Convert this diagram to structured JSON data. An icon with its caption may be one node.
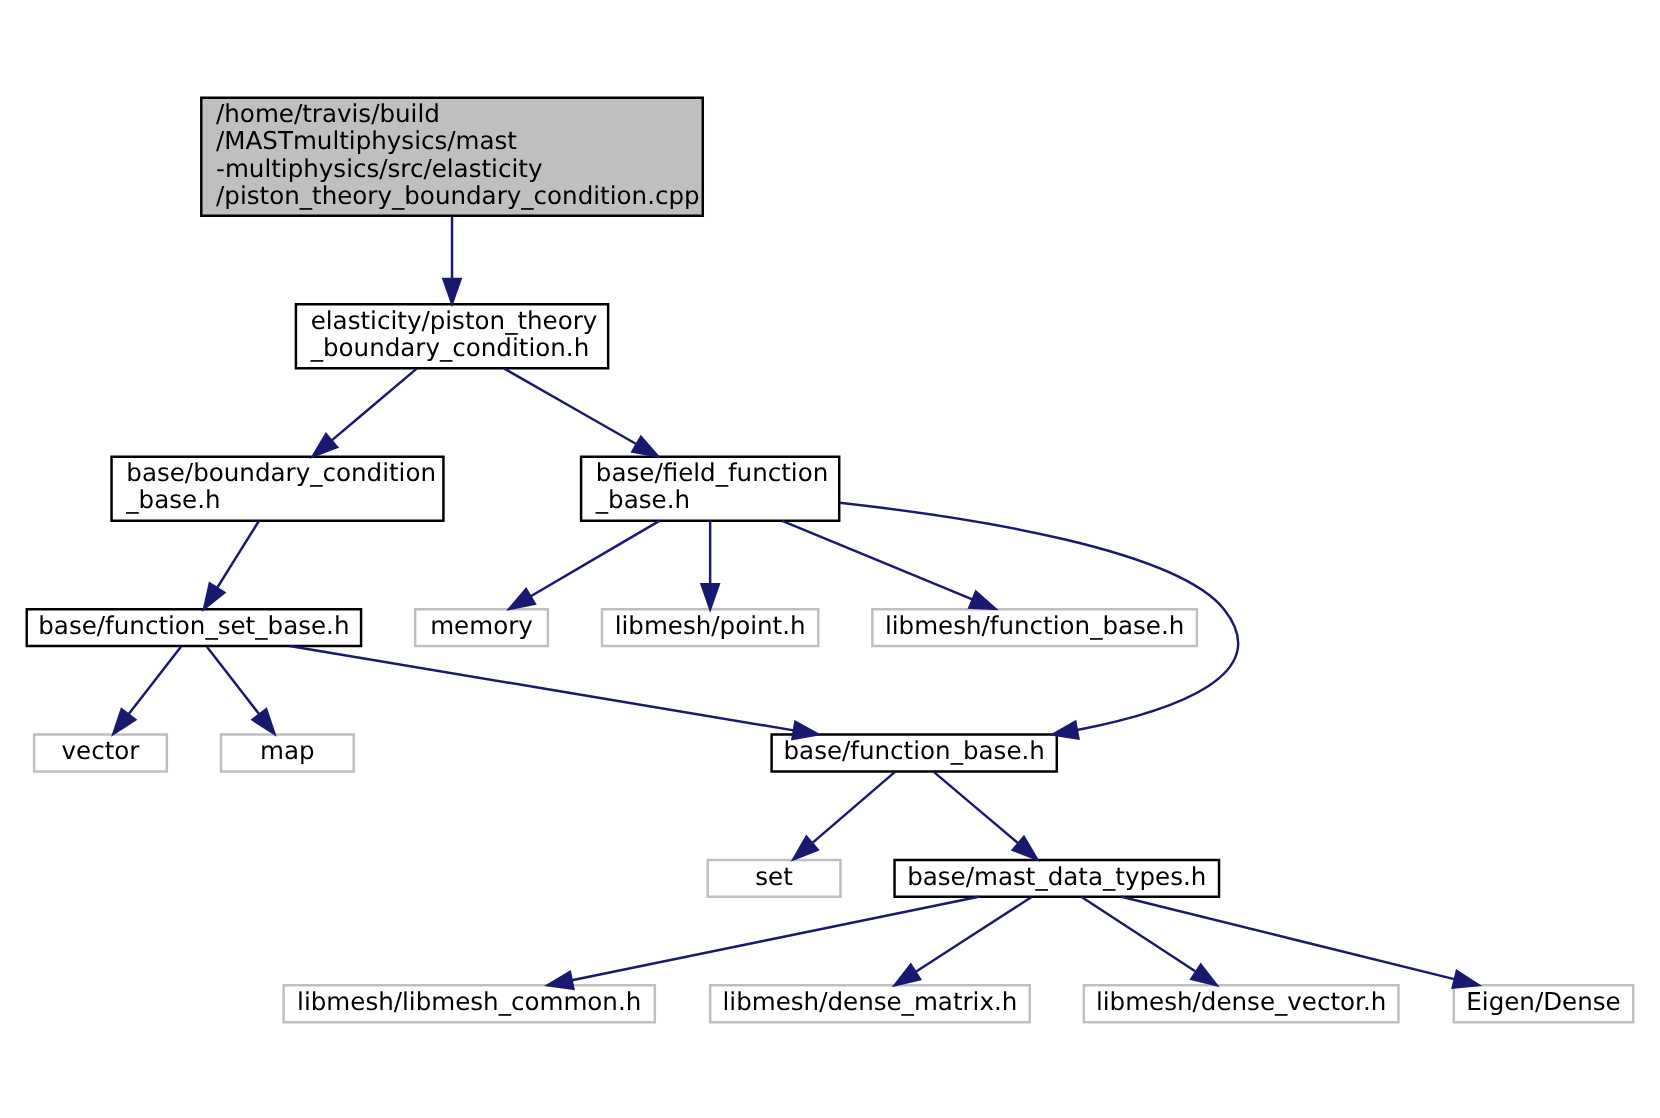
{
  "diagram": {
    "nodes": [
      {
        "text": [
          "/home/travis/build /MASTmultiphysics/mast -multiphysics/src/elasticity /piston_theory_boundary_condition.cpp"
        ]
      },
      {
        "text": [
          "elasticity/piston_theory _boundary_condition.h"
        ]
      },
      {
        "text": [
          "base/boundary_condition _base.h"
        ]
      },
      {
        "text": [
          "base/field_function _base.h"
        ]
      },
      {
        "text": [
          "base/function_set_base.h"
        ]
      },
      {
        "text": [
          "memory"
        ]
      },
      {
        "text": [
          "libmesh/point.h"
        ]
      },
      {
        "text": [
          "libmesh/function_base.h"
        ]
      },
      {
        "text": [
          "vector"
        ]
      },
      {
        "text": [
          "map"
        ]
      },
      {
        "text": [
          "base/function_base.h"
        ]
      },
      {
        "text": [
          "set"
        ]
      },
      {
        "text": [
          "base/mast_data_types.h"
        ]
      },
      {
        "text": [
          "libmesh/libmesh_common.h"
        ]
      },
      {
        "text": [
          "libmesh/dense_matrix.h"
        ]
      },
      {
        "text": [
          "libmesh/dense_vector.h"
        ]
      },
      {
        "text": [
          "Eigen/Dense"
        ]
      }
    ],
    "edges": [
      {
        "from": 0,
        "to": 1,
        "arrow": "to"
      },
      {
        "from": 1,
        "to": 2,
        "arrow": "to"
      },
      {
        "from": 1,
        "to": 3,
        "arrow": "to"
      },
      {
        "from": 2,
        "to": 4,
        "arrow": "to"
      },
      {
        "from": 3,
        "to": 10,
        "arrow": "to"
      },
      {
        "from": 3,
        "to": 5,
        "arrow": "to"
      },
      {
        "from": 3,
        "to": 6,
        "arrow": "to"
      },
      {
        "from": 3,
        "to": 7,
        "arrow": "to"
      },
      {
        "from": 4,
        "to": 8,
        "arrow": "to"
      },
      {
        "from": 4,
        "to": 9,
        "arrow": "to"
      },
      {
        "from": 4,
        "to": 10,
        "arrow": "to"
      },
      {
        "from": 10,
        "to": 11,
        "arrow": "to"
      },
      {
        "from": 10,
        "to": 12,
        "arrow": "to"
      },
      {
        "from": 12,
        "to": 13,
        "arrow": "to"
      },
      {
        "from": 12,
        "to": 14,
        "arrow": "to"
      },
      {
        "from": 12,
        "to": 15,
        "arrow": "to"
      },
      {
        "from": 12,
        "to": 16,
        "arrow": "to"
      }
    ]
  }
}
